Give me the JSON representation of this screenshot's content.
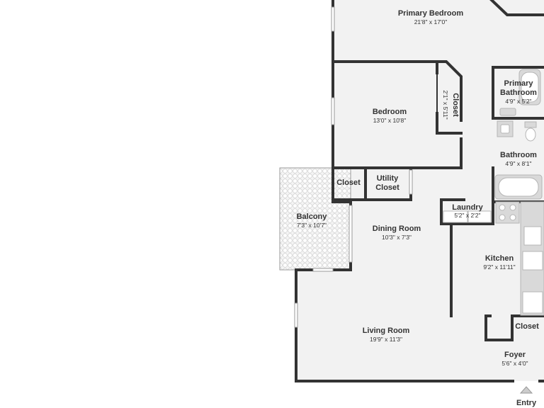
{
  "rooms": {
    "primary_bedroom": {
      "name": "Primary Bedroom",
      "dim": "21'8\" x 17'0\""
    },
    "bedroom": {
      "name": "Bedroom",
      "dim": "13'0\" x 10'8\""
    },
    "bedroom_closet": {
      "name": "Closet",
      "dim": "2'1\" x 5'11\""
    },
    "primary_bathroom": {
      "name_line1": "Primary",
      "name_line2": "Bathroom",
      "dim": "4'9\" x 5'2\""
    },
    "bathroom": {
      "name": "Bathroom",
      "dim": "4'9\" x 8'1\""
    },
    "closet_a": {
      "name": "Closet"
    },
    "utility_closet": {
      "name_line1": "Utility",
      "name_line2": "Closet"
    },
    "laundry": {
      "name": "Laundry",
      "dim": "5'2\" x 2'2\""
    },
    "balcony": {
      "name": "Balcony",
      "dim": "7'3\" x 10'7\""
    },
    "dining_room": {
      "name": "Dining Room",
      "dim": "10'3\" x 7'3\""
    },
    "kitchen": {
      "name": "Kitchen",
      "dim": "9'2\" x 11'11\""
    },
    "living_room": {
      "name": "Living Room",
      "dim": "19'9\" x 11'3\""
    },
    "closet_b": {
      "name": "Closet"
    },
    "foyer": {
      "name": "Foyer",
      "dim": "5'6\" x 4'0\""
    },
    "entry": {
      "name": "Entry"
    }
  },
  "colors": {
    "wall": "#333333",
    "floor": "#f2f2f2",
    "fixture": "#d9d9d9",
    "balcony_tile": "#e6e6e6"
  }
}
